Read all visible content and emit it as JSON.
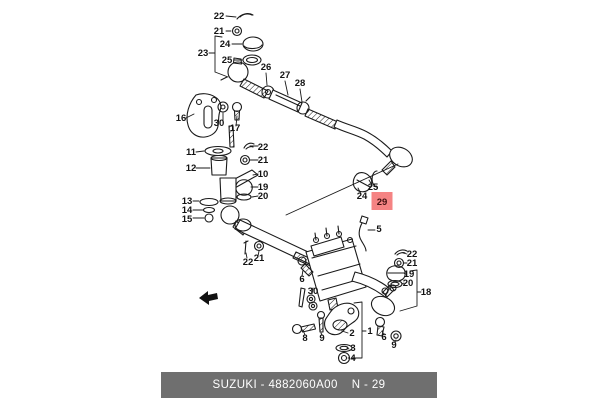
{
  "footer": {
    "code": "SUZUKI - 4882060A00",
    "page": "N - 29"
  },
  "highlight": {
    "part_number": "29",
    "box_color": "#f58383",
    "text_color": "#431010"
  },
  "colors": {
    "line_art": "#1a1a1a",
    "background": "#ffffff",
    "footer_bar": "#6f6f6f",
    "footer_text": "#ffffff"
  },
  "callouts": [
    {
      "id": "cotter-pin-top",
      "label": "22"
    },
    {
      "id": "castle-nut-top",
      "label": "21"
    },
    {
      "id": "dust-cap-24",
      "label": "24"
    },
    {
      "id": "ball-seat-25-top",
      "label": "25"
    },
    {
      "id": "tie-rod-end-23",
      "label": "23"
    },
    {
      "id": "lock-nut-26",
      "label": "26"
    },
    {
      "id": "adjuster-tube-27",
      "label": "27"
    },
    {
      "id": "clamp-28",
      "label": "28"
    },
    {
      "id": "bracket-16",
      "label": "16"
    },
    {
      "id": "washer-30-upper",
      "label": "30"
    },
    {
      "id": "bolt-17",
      "label": "17"
    },
    {
      "id": "washer-11",
      "label": "11"
    },
    {
      "id": "bushing-12",
      "label": "12"
    },
    {
      "id": "cotter-pin-idler",
      "label": "22"
    },
    {
      "id": "nut-idler",
      "label": "21"
    },
    {
      "id": "idler-arm-10",
      "label": "10"
    },
    {
      "id": "boot-19-idler",
      "label": "19"
    },
    {
      "id": "ring-20-idler",
      "label": "20"
    },
    {
      "id": "washer-13",
      "label": "13"
    },
    {
      "id": "washer-14",
      "label": "14"
    },
    {
      "id": "nut-15",
      "label": "15"
    },
    {
      "id": "ball-seat-25-center",
      "label": "25"
    },
    {
      "id": "ball-seat-24-center",
      "label": "24"
    },
    {
      "id": "drag-link-29",
      "label": "29",
      "highlighted": true
    },
    {
      "id": "fitting-5",
      "label": "5"
    },
    {
      "id": "cotter-pin-link",
      "label": "22"
    },
    {
      "id": "nut-link",
      "label": "21"
    },
    {
      "id": "bolt-6-left",
      "label": "6"
    },
    {
      "id": "washer-30-lower",
      "label": "30"
    },
    {
      "id": "bolt-8",
      "label": "8"
    },
    {
      "id": "bolt-9-left",
      "label": "9"
    },
    {
      "id": "pitman-arm-2",
      "label": "2"
    },
    {
      "id": "steering-gear-1",
      "label": "1"
    },
    {
      "id": "washer-3",
      "label": "3"
    },
    {
      "id": "nut-4",
      "label": "4"
    },
    {
      "id": "bolt-6-right",
      "label": "6"
    },
    {
      "id": "nut-9-right",
      "label": "9"
    },
    {
      "id": "cotter-pin-right",
      "label": "22"
    },
    {
      "id": "nut-right",
      "label": "21"
    },
    {
      "id": "boot-19-right",
      "label": "19"
    },
    {
      "id": "ring-20-right",
      "label": "20"
    },
    {
      "id": "tie-rod-end-18",
      "label": "18"
    }
  ]
}
